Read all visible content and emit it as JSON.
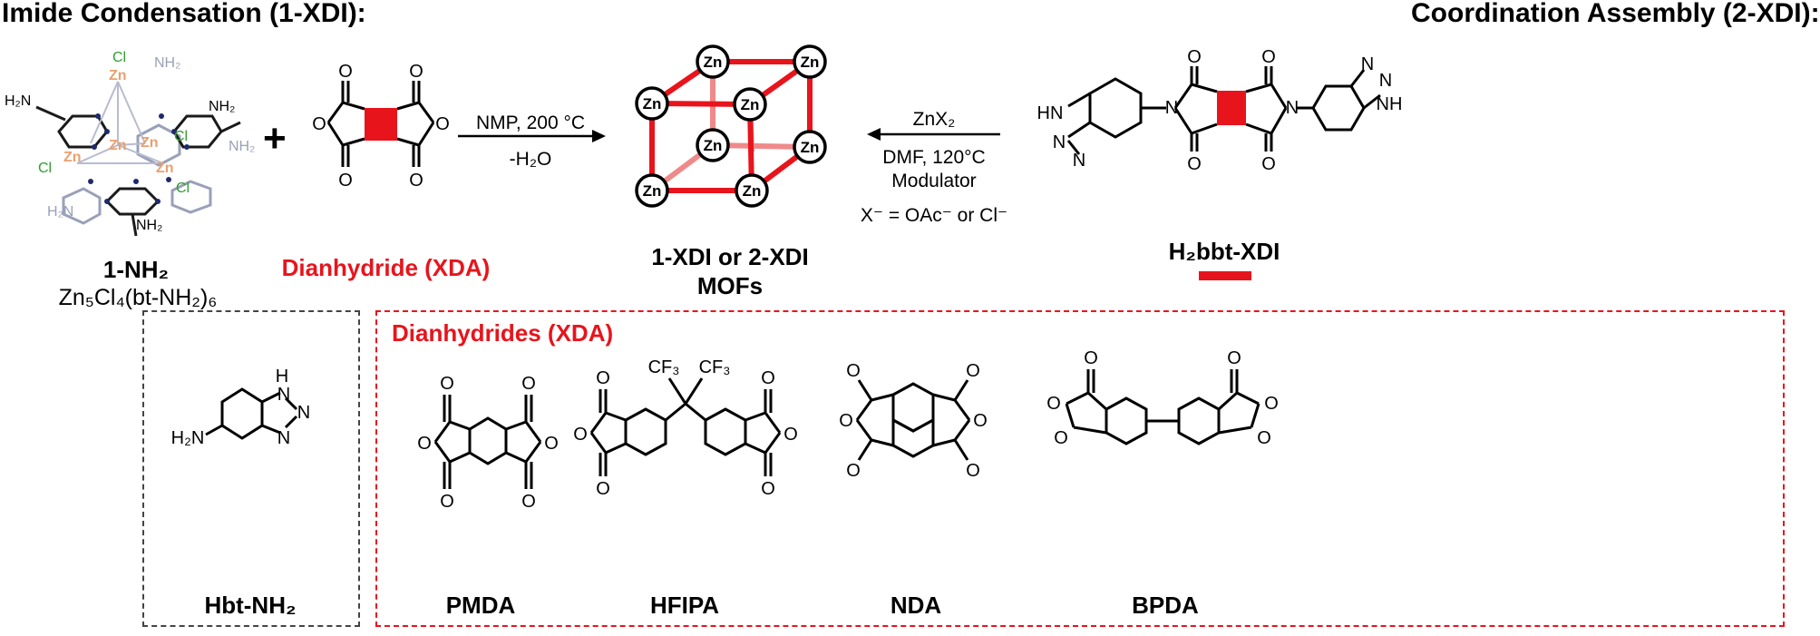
{
  "headings": {
    "left": "Imide Condensation (1-XDI):",
    "right": "Coordination Assembly (2-XDI):"
  },
  "cluster": {
    "name": "1-NH₂",
    "formula": "Zn₅Cl₄(bt-NH₂)₆",
    "atoms": {
      "zn": "Zn",
      "cl": "Cl",
      "nh2": "NH₂",
      "h2n": "H₂N"
    }
  },
  "plus_sign": "+",
  "dianhydride": {
    "label": "Dianhydride (XDA)"
  },
  "reaction_left": {
    "condition_1": "NMP, 200 °C",
    "condition_2": "-H₂O"
  },
  "reaction_right": {
    "condition_1": "ZnX₂",
    "condition_2": "DMF, 120°C",
    "condition_3": "Modulator",
    "condition_4": "X⁻ = OAc⁻ or Cl⁻"
  },
  "product": {
    "line_1": "1-XDI or 2-XDI",
    "line_2": "MOFs",
    "node_label": "Zn"
  },
  "ligand": {
    "label": "H₂bbt-XDI",
    "atoms": {
      "o": "O",
      "n": "N",
      "hn": "HN",
      "nh": "NH"
    }
  },
  "hbt_box": {
    "label": "Hbt-NH₂",
    "atoms": {
      "h2n": "H₂N",
      "h": "H",
      "n": "N"
    }
  },
  "xda_box": {
    "title": "Dianhydrides (XDA)",
    "compounds": [
      "PMDA",
      "HFIPA",
      "NDA",
      "BPDA"
    ],
    "cf3": "CF₃"
  },
  "colors": {
    "accent_red": "#e8141c",
    "link_light": "#f08a8a",
    "zn_orange": "#e8a070",
    "cl_green": "#2e9e2e",
    "n_navy": "#1f2a6b"
  }
}
